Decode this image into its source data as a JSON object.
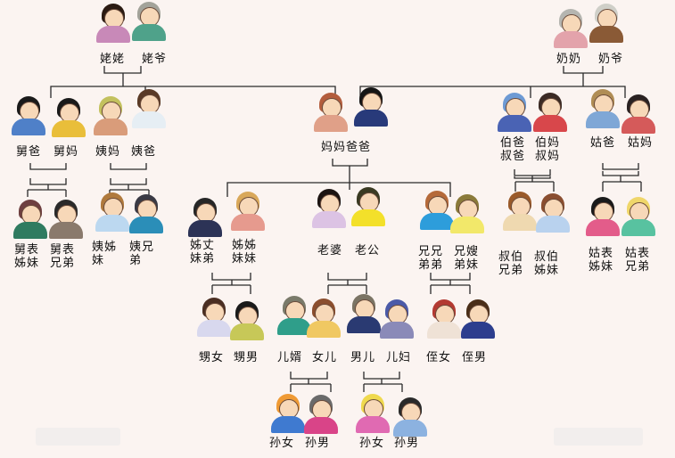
{
  "diagram": {
    "type": "family-tree",
    "language": "zh-CN",
    "groups": [
      {
        "id": "maternal_grandparents",
        "labels": [
          "姥姥",
          "姥爷"
        ]
      },
      {
        "id": "paternal_grandparents",
        "labels": [
          "奶奶",
          "奶爷"
        ]
      },
      {
        "id": "maternal_uncle",
        "labels": [
          "舅爸",
          "舅妈"
        ]
      },
      {
        "id": "maternal_aunt",
        "labels": [
          "姨妈",
          "姨爸"
        ]
      },
      {
        "id": "parents",
        "labels": [
          "妈妈爸爸"
        ]
      },
      {
        "id": "paternal_uncle",
        "labels": [
          "伯爸\n叔爸",
          "伯妈\n叔妈"
        ]
      },
      {
        "id": "paternal_aunt",
        "labels": [
          "姑爸",
          "姑妈"
        ]
      },
      {
        "id": "maternal_uncle_children",
        "labels": [
          "舅表\n姊妹",
          "舅表\n兄弟"
        ]
      },
      {
        "id": "maternal_aunt_children",
        "labels": [
          "姨姊\n妹",
          "姨兄\n弟"
        ]
      },
      {
        "id": "sister",
        "labels": [
          "姊丈\n妹弟",
          "姊姊\n妹妹"
        ]
      },
      {
        "id": "self",
        "labels": [
          "老婆",
          "老公"
        ]
      },
      {
        "id": "brother",
        "labels": [
          "兄兄\n弟弟",
          "兄嫂\n弟妹"
        ]
      },
      {
        "id": "paternal_uncle_children",
        "labels": [
          "叔伯\n兄弟",
          "叔伯\n姊妹"
        ]
      },
      {
        "id": "paternal_aunt_children",
        "labels": [
          "姑表\n姊妹",
          "姑表\n兄弟"
        ]
      },
      {
        "id": "sister_children",
        "labels": [
          "甥女",
          "甥男"
        ]
      },
      {
        "id": "daughter",
        "labels": [
          "儿婿",
          "女儿"
        ]
      },
      {
        "id": "son",
        "labels": [
          "男儿",
          "儿妇"
        ]
      },
      {
        "id": "brother_children",
        "labels": [
          "侄女",
          "侄男"
        ]
      },
      {
        "id": "daughter_children",
        "labels": [
          "孙女",
          "孙男"
        ]
      },
      {
        "id": "son_children",
        "labels": [
          "孙女",
          "孙男"
        ]
      }
    ]
  },
  "labels": {
    "l1": "姥姥",
    "l2": "姥爷",
    "l3": "奶奶",
    "l4": "奶爷",
    "l5": "舅爸",
    "l6": "舅妈",
    "l7": "姨妈",
    "l8": "姨爸",
    "l9": "妈妈爸爸",
    "l10": "伯爸",
    "l10b": "叔爸",
    "l11": "伯妈",
    "l11b": "叔妈",
    "l12": "姑爸",
    "l13": "姑妈",
    "l14": "舅表",
    "l14b": "姊妹",
    "l15": "舅表",
    "l15b": "兄弟",
    "l16": "姨姊",
    "l16b": "妹",
    "l17": "姨兄",
    "l17b": "弟",
    "l18": "姊丈",
    "l18b": "妹弟",
    "l19": "姊姊",
    "l19b": "妹妹",
    "l20": "老婆",
    "l21": "老公",
    "l22": "兄兄",
    "l22b": "弟弟",
    "l23": "兄嫂",
    "l23b": "弟妹",
    "l24": "叔伯",
    "l24b": "兄弟",
    "l25": "叔伯",
    "l25b": "姊妹",
    "l26": "姑表",
    "l26b": "姊妹",
    "l27": "姑表",
    "l27b": "兄弟",
    "l28": "甥女",
    "l29": "甥男",
    "l30": "儿婿",
    "l31": "女儿",
    "l32": "男儿",
    "l33": "儿妇",
    "l34": "侄女",
    "l35": "侄男",
    "l36": "孙女",
    "l37": "孙男",
    "l38": "孙女",
    "l39": "孙男"
  },
  "colors": {
    "background": "#fbf4f1",
    "line": "#2a2a2a",
    "text": "#111111"
  }
}
